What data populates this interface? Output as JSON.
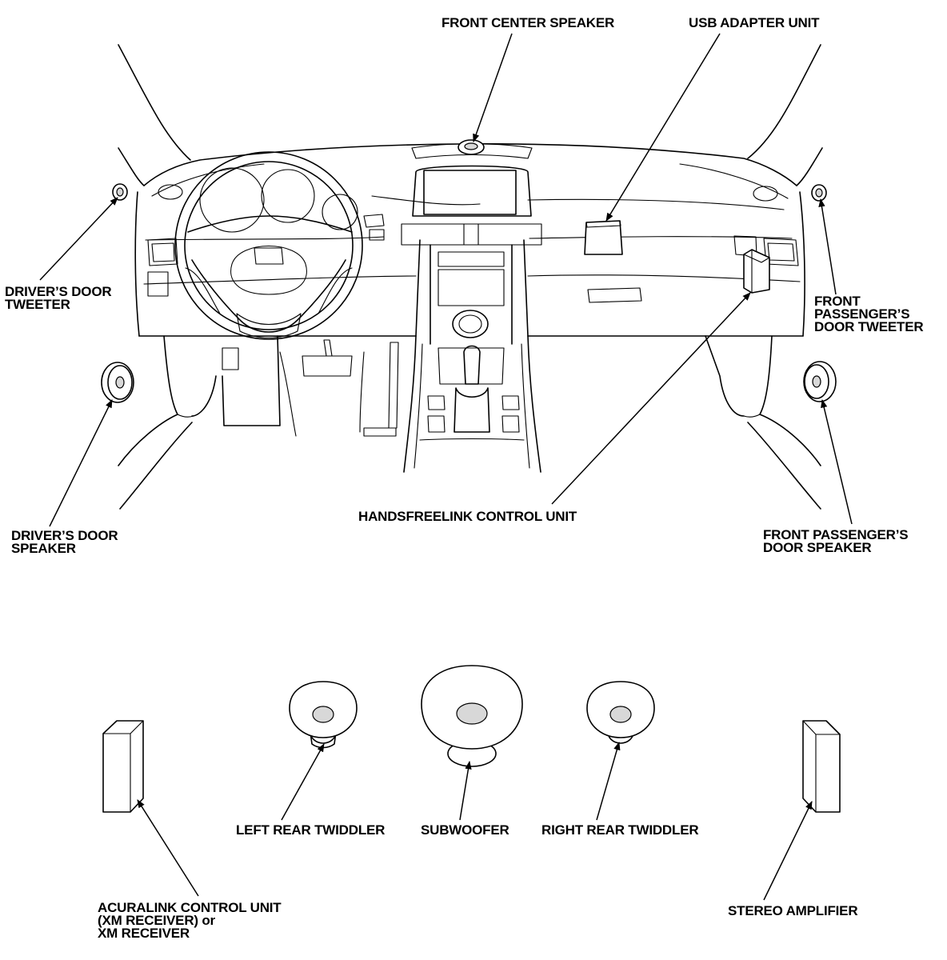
{
  "labels": {
    "front_center_speaker": "FRONT CENTER SPEAKER",
    "usb_adapter_unit": "USB ADAPTER UNIT",
    "drivers_door_tweeter_1": "DRIVER’S DOOR",
    "drivers_door_tweeter_2": "TWEETER",
    "front_passengers_door_tweeter_1": "FRONT",
    "front_passengers_door_tweeter_2": "PASSENGER’S",
    "front_passengers_door_tweeter_3": "DOOR TWEETER",
    "handsfreelink_control_unit": "HANDSFREELINK CONTROL UNIT",
    "drivers_door_speaker_1": "DRIVER’S DOOR",
    "drivers_door_speaker_2": "SPEAKER",
    "front_passengers_door_speaker_1": "FRONT PASSENGER’S",
    "front_passengers_door_speaker_2": "DOOR SPEAKER",
    "left_rear_twiddler": "LEFT REAR TWIDDLER",
    "subwoofer": "SUBWOOFER",
    "right_rear_twiddler": "RIGHT REAR TWIDDLER",
    "acuralink_control_unit_1": "ACURALINK CONTROL UNIT",
    "acuralink_control_unit_2": "(XM RECEIVER) or",
    "acuralink_control_unit_3": "XM RECEIVER",
    "stereo_amplifier": "STEREO AMPLIFIER"
  }
}
